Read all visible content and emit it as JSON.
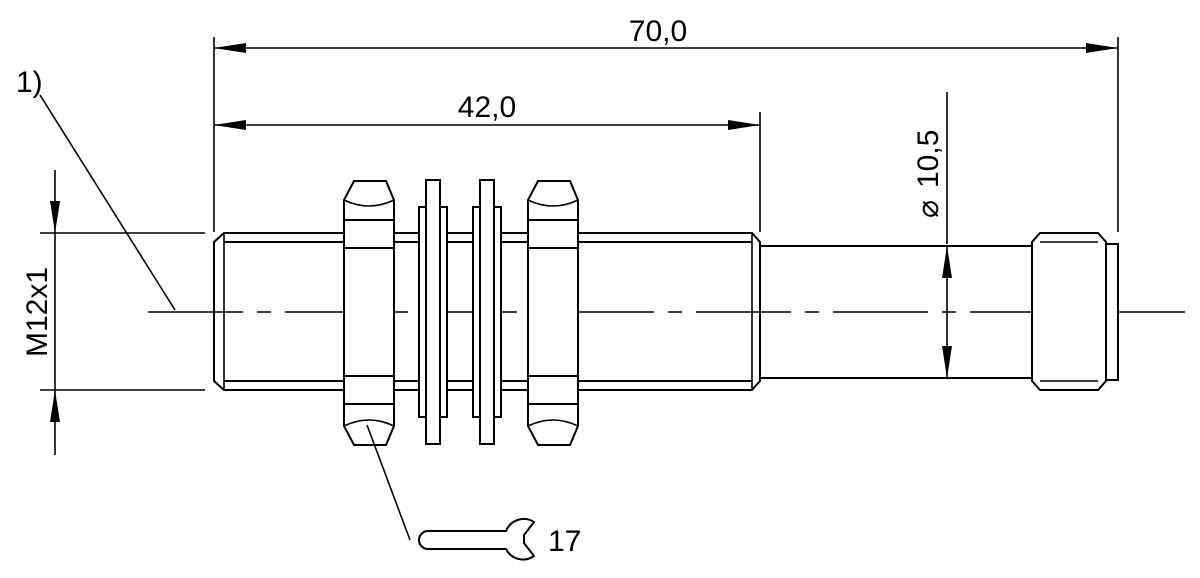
{
  "dimensions": {
    "overall_length": "70,0",
    "thread_length": "42,0",
    "diameter": "10,5",
    "diameter_symbol": "⌀",
    "thread": "M12x1",
    "wrench_size": "17"
  },
  "callouts": {
    "note_1": "1)"
  }
}
